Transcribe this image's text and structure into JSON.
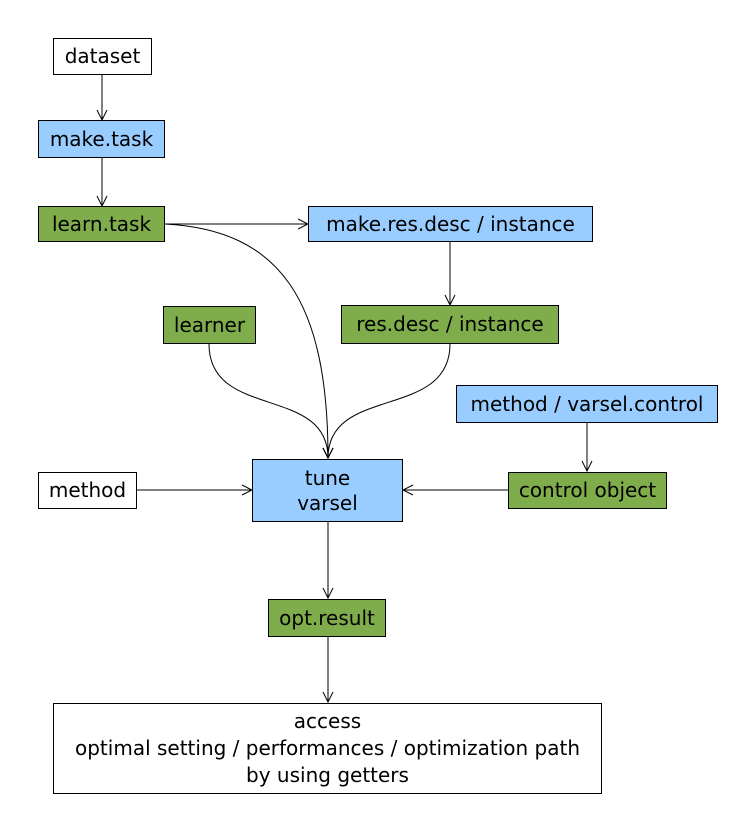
{
  "colors": {
    "white": "#ffffff",
    "blue": "#99ccff",
    "green": "#7fad4b",
    "line": "#000000"
  },
  "nodes": {
    "dataset": "dataset",
    "make_task": "make.task",
    "learn_task": "learn.task",
    "make_res_desc": "make.res.desc / instance",
    "learner": "learner",
    "res_desc": "res.desc / instance",
    "method_varsel_control": "method / varsel.control",
    "method": "method",
    "tune_line1": "tune",
    "tune_line2": "varsel",
    "control_object": "control object",
    "opt_result": "opt.result",
    "access_line1": "access",
    "access_line2": "optimal setting / performances / optimization path",
    "access_line3": "by using getters"
  }
}
